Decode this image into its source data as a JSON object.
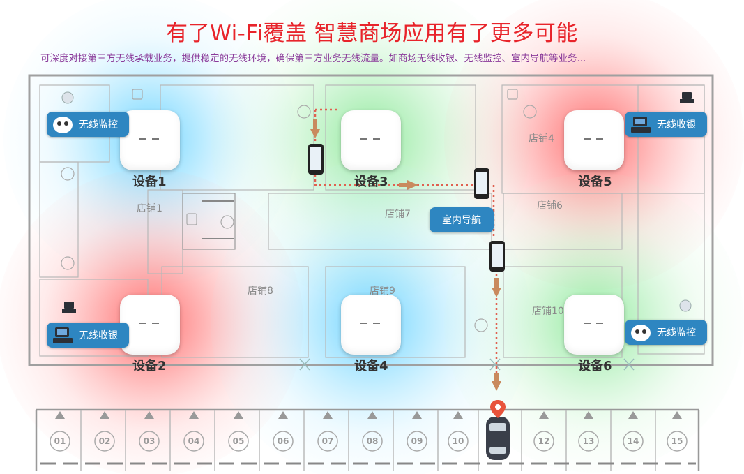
{
  "title": "有了Wi-Fi覆盖 智慧商场应用有了更多可能",
  "subtitle": "可深度对接第三方无线承载业务，提供稳定的无线环境，确保第三方业务无线流量。如商场无线收银、无线监控、室内导航等业务...",
  "devices": [
    {
      "name": "设备1"
    },
    {
      "name": "设备2"
    },
    {
      "name": "设备3"
    },
    {
      "name": "设备4"
    },
    {
      "name": "设备5"
    },
    {
      "name": "设备6"
    }
  ],
  "stores": [
    "店铺1",
    "店铺4",
    "店铺6",
    "店铺7",
    "店铺8",
    "店铺9",
    "店铺10"
  ],
  "badges": {
    "monitor_left": "无线监控",
    "cashier_left": "无线收银",
    "cashier_right": "无线收银",
    "monitor_right": "无线监控",
    "navigation": "室内导航"
  },
  "parking_slots": [
    "01",
    "02",
    "03",
    "04",
    "05",
    "06",
    "07",
    "08",
    "09",
    "10",
    "12",
    "13",
    "14",
    "15"
  ],
  "colors": {
    "title": "#e8242b",
    "subtitle": "#8a3a9a",
    "badge": "#2e86c1",
    "red_zone": "#ff5a5a",
    "blue_zone": "#45c6ff",
    "green_zone": "#5fe07a",
    "path": "#e06050",
    "arrow": "#c98a5e"
  },
  "icons": [
    "camera-icon",
    "pos-terminal-icon",
    "smartphone-icon",
    "location-pin-icon",
    "car-icon",
    "toilet-icon",
    "escalator-icon"
  ]
}
